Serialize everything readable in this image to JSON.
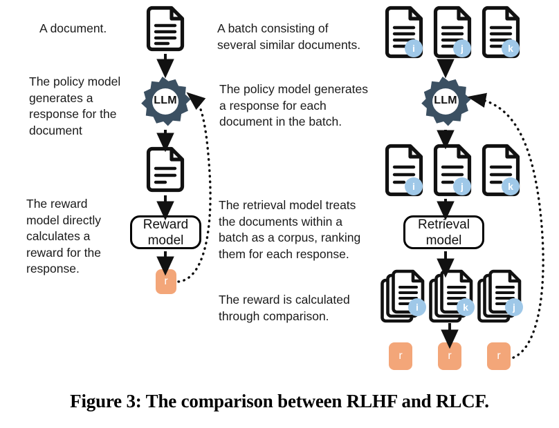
{
  "figure": {
    "caption": "Figure 3: The comparison between RLHF and RLCF."
  },
  "colors": {
    "gear": "#3B5062",
    "badge": "#9FC8E8",
    "reward": "#F3A679",
    "stroke": "#111111",
    "background": "#FFFFFF"
  },
  "left_panel": {
    "name": "RLHF",
    "texts": {
      "input_caption": "A document.",
      "policy_caption": "The policy model\ngenerates a\nresponse for the\ndocument",
      "reward_caption": "The reward\nmodel directly\ncalculates a\nreward for the\nresponse."
    },
    "nodes": {
      "input_document": {
        "icon": "document-icon",
        "lines": 4
      },
      "llm": {
        "icon": "gear-icon",
        "label": "LLM"
      },
      "response_document": {
        "icon": "document-icon",
        "lines": 3
      },
      "reward_model_box": {
        "label": "Reward\nmodel"
      },
      "reward_chip": {
        "label": "r"
      }
    }
  },
  "right_panel": {
    "name": "RLCF",
    "texts": {
      "input_caption": "A batch consisting of\nseveral similar documents.",
      "policy_caption": "The policy model generates\na response for each\ndocument in the batch.",
      "retrieval_caption": "The retrieval model treats\nthe documents within a\nbatch as a corpus, ranking\nthem for each response.",
      "comparison_caption": "The reward is calculated\nthrough comparison."
    },
    "nodes": {
      "input_documents": [
        {
          "icon": "document-icon",
          "badge": "i"
        },
        {
          "icon": "document-icon",
          "badge": "j"
        },
        {
          "icon": "document-icon",
          "badge": "k"
        }
      ],
      "llm": {
        "icon": "gear-icon",
        "label": "LLM"
      },
      "response_documents": [
        {
          "icon": "document-icon",
          "badge": "i"
        },
        {
          "icon": "document-icon",
          "badge": "j"
        },
        {
          "icon": "document-icon",
          "badge": "k"
        }
      ],
      "retrieval_model_box": {
        "label": "Retrieval\nmodel"
      },
      "ranked_document_stacks": [
        {
          "icon": "document-stack-icon",
          "badge": "i"
        },
        {
          "icon": "document-stack-icon",
          "badge": "k"
        },
        {
          "icon": "document-stack-icon",
          "badge": "j"
        }
      ],
      "reward_chips": [
        {
          "label": "r"
        },
        {
          "label": "r"
        },
        {
          "label": "r"
        }
      ]
    }
  }
}
